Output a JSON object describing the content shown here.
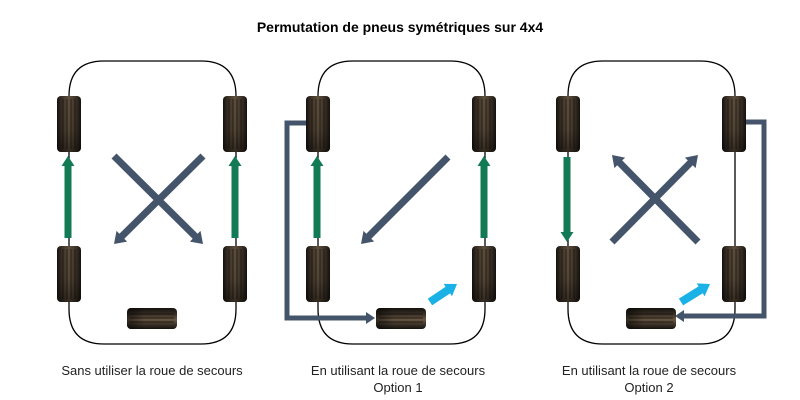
{
  "title": "Permutation de pneus symétriques sur 4x4",
  "colors": {
    "body_outline": "#000000",
    "tire_dark": "#1e1a15",
    "tire_light": "#6b5a43",
    "front_back_arrow": "#127a55",
    "cross_arrow": "#44546a",
    "spare_arrow": "#19b1e6"
  },
  "panels": [
    {
      "caption_line1": "Sans utiliser la roue de secours",
      "caption_line2": "",
      "uses_spare": false,
      "moves": [
        {
          "from": "rear-left",
          "to": "front-left",
          "type": "straight"
        },
        {
          "from": "rear-right",
          "to": "front-right",
          "type": "straight"
        },
        {
          "from": "front-left",
          "to": "rear-right",
          "type": "cross"
        },
        {
          "from": "front-right",
          "to": "rear-left",
          "type": "cross"
        }
      ]
    },
    {
      "caption_line1": "En utilisant la roue de secours",
      "caption_line2": "Option 1",
      "uses_spare": true,
      "moves": [
        {
          "from": "rear-left",
          "to": "front-left",
          "type": "straight"
        },
        {
          "from": "rear-right",
          "to": "front-right",
          "type": "straight"
        },
        {
          "from": "front-right",
          "to": "rear-left",
          "type": "cross"
        },
        {
          "from": "front-left",
          "to": "spare",
          "type": "to-spare"
        },
        {
          "from": "spare",
          "to": "rear-right",
          "type": "from-spare"
        }
      ]
    },
    {
      "caption_line1": "En utilisant la roue de secours",
      "caption_line2": "Option 2",
      "uses_spare": true,
      "moves": [
        {
          "from": "front-left",
          "to": "rear-left",
          "type": "straight"
        },
        {
          "from": "rear-left",
          "to": "front-right",
          "type": "cross"
        },
        {
          "from": "rear-right",
          "to": "front-left",
          "type": "cross"
        },
        {
          "from": "front-right",
          "to": "spare",
          "type": "to-spare"
        },
        {
          "from": "spare",
          "to": "rear-right",
          "type": "from-spare"
        }
      ]
    }
  ]
}
